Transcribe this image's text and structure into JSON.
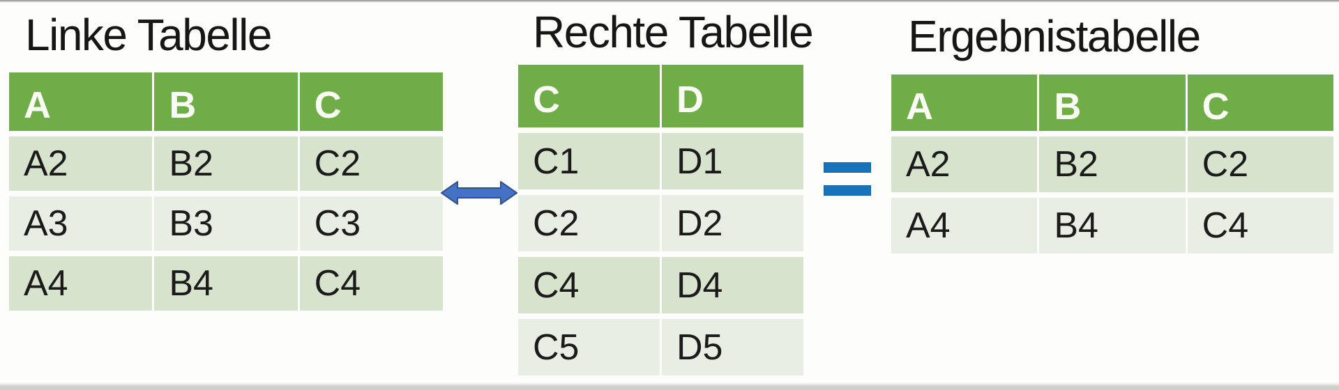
{
  "slide": {
    "description_colors": {
      "header_green": "#6FAD47",
      "row_band_dark": "#D7E3CC",
      "row_band_light": "#E9EEE5",
      "arrow_fill": "#4472C4",
      "arrow_outline": "#2F528F",
      "equals_blue": "#1673BD",
      "text_dark": "#1B1B1B",
      "header_text": "#FFFFFF"
    },
    "icons": {
      "join_symbol": "double-headed-arrow",
      "result_symbol": "equals-sign"
    }
  },
  "tables": {
    "left": {
      "title": "Linke Tabelle",
      "headers": [
        "A",
        "B",
        "C"
      ],
      "rows": [
        [
          "A2",
          "B2",
          "C2"
        ],
        [
          "A3",
          "B3",
          "C3"
        ],
        [
          "A4",
          "B4",
          "C4"
        ]
      ]
    },
    "middle": {
      "title": "Rechte Tabelle",
      "headers": [
        "C",
        "D"
      ],
      "rows": [
        [
          "C1",
          "D1"
        ],
        [
          "C2",
          "D2"
        ],
        [
          "C4",
          "D4"
        ],
        [
          "C5",
          "D5"
        ]
      ]
    },
    "result": {
      "title": "Ergebnistabelle",
      "headers": [
        "A",
        "B",
        "C"
      ],
      "rows": [
        [
          "A2",
          "B2",
          "C2"
        ],
        [
          "A4",
          "B4",
          "C4"
        ]
      ]
    }
  }
}
